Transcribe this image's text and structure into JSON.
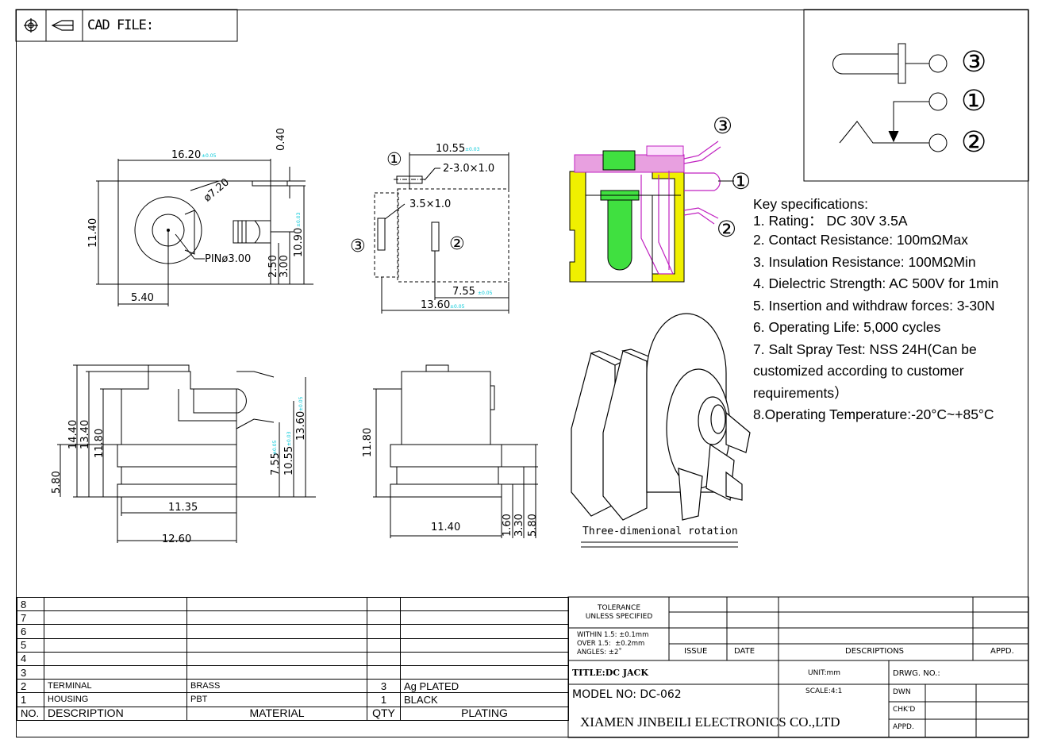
{
  "header": {
    "cad_label": "CAD FILE:"
  },
  "views": {
    "front": {
      "dims": [
        "16.20",
        "±0.05",
        "0.40",
        "11.40",
        "10.90",
        "±0.03",
        "ø7.20",
        "PINø3.00",
        "2.50",
        "3.00",
        "5.40"
      ]
    },
    "top": {
      "dims": [
        "10.55",
        "±0.03",
        "2-3.0×1.0",
        "3.5×1.0",
        "7.55",
        "±0.05",
        "13.60",
        "±0.05"
      ],
      "pins": [
        "①",
        "③",
        "②"
      ]
    },
    "side": {
      "dims": [
        "14.40",
        "13.40",
        "11.80",
        "5.80",
        "7.55",
        "±0.05",
        "10.55",
        "±0.03",
        "13.60",
        "±0.05",
        "11.35",
        "12.60"
      ]
    },
    "rear": {
      "dims": [
        "11.80",
        "11.40",
        "1.60",
        "3.30",
        "5.80"
      ]
    },
    "color_view": {
      "pins": [
        "③",
        "①",
        "②"
      ]
    },
    "iso_caption": "Three-dimenional rotation"
  },
  "schematic": {
    "pins": [
      "③",
      "①",
      "②"
    ]
  },
  "specs": {
    "title": "Key specifications:",
    "items": [
      "1. Rating： DC 30V 3.5A",
      "2. Contact Resistance: 100mΩMax",
      "3. Insulation Resistance: 100MΩMin",
      "4. Dielectric Strength: AC 500V for 1min",
      "5. Insertion and withdraw forces: 3-30N",
      "6. Operating Life: 5,000 cycles",
      "7. Salt Spray Test: NSS 24H(Can be customized according to customer requirements）",
      "8.Operating Temperature:-20°C~+85°C"
    ]
  },
  "bom": {
    "rows": [
      {
        "no": "8",
        "desc": "",
        "material": "",
        "qty": "",
        "plating": ""
      },
      {
        "no": "7",
        "desc": "",
        "material": "",
        "qty": "",
        "plating": ""
      },
      {
        "no": "6",
        "desc": "",
        "material": "",
        "qty": "",
        "plating": ""
      },
      {
        "no": "5",
        "desc": "",
        "material": "",
        "qty": "",
        "plating": ""
      },
      {
        "no": "4",
        "desc": "",
        "material": "",
        "qty": "",
        "plating": ""
      },
      {
        "no": "3",
        "desc": "",
        "material": "",
        "qty": "",
        "plating": ""
      },
      {
        "no": "2",
        "desc": "TERMINAL",
        "material": "BRASS",
        "qty": "3",
        "plating": "Ag PLATED"
      },
      {
        "no": "1",
        "desc": "HOUSING",
        "material": "PBT",
        "qty": "1",
        "plating": "BLACK"
      }
    ],
    "header": {
      "no": "NO.",
      "desc": "DESCRIPTION",
      "material": "MATERIAL",
      "qty": "QTY",
      "plating": "PLATING"
    }
  },
  "title_block": {
    "tolerance_title": "TOLERANCE\nUNLESS SPECIFIED",
    "tolerance_lines": [
      "WITHIN 1.5: ±0.1mm",
      "OVER 1.5:  ±0.2mm",
      "ANGLES: ±2˚"
    ],
    "issue": "ISSUE",
    "date": "DATE",
    "descriptions": "DESCRIPTIONS",
    "appd": "APPD.",
    "title": "TITLE:DC JACK",
    "model": "MODEL NO: DC-062",
    "unit": "UNIT:mm",
    "scale": "SCALE:4:1",
    "drwg_no": "DRWG. NO.:",
    "dwn": "DWN",
    "chkd": "CHK'D",
    "appd2": "APPD.",
    "company": "XIAMEN JINBEILI ELECTRONICS CO.,LTD"
  },
  "colors": {
    "line": "#000000",
    "tol": "#00c8d8",
    "pink": "#e8a0e0",
    "yellow": "#f0f000",
    "green": "#40e040",
    "magenta": "#c020c0"
  }
}
